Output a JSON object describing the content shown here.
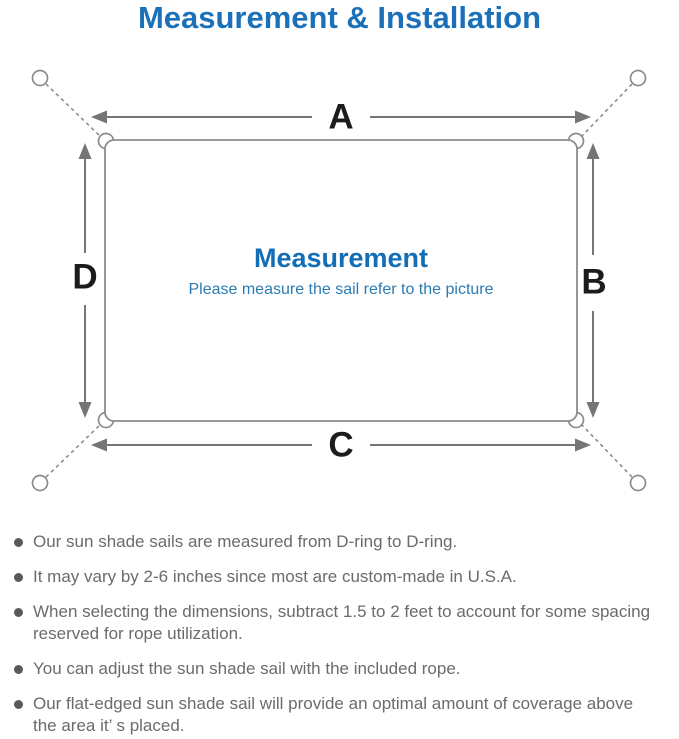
{
  "title": "Measurement & Installation",
  "diagram": {
    "dimension_labels": {
      "top": "A",
      "right": "B",
      "bottom": "C",
      "left": "D"
    },
    "center": {
      "heading": "Measurement",
      "note": "Please measure the sail refer to the picture"
    }
  },
  "bullets": [
    "Our sun shade sails are measured from D-ring to D-ring.",
    "It may vary by 2-6 inches since most are custom-made in U.S.A.",
    "When selecting the dimensions, subtract 1.5 to 2 feet to account for some spacing\nreserved for rope utilization.",
    "You can adjust the sun shade sail with the included rope.",
    "Our flat-edged sun shade sail will provide an optimal amount of coverage above\nthe area it’ s placed."
  ],
  "colors": {
    "title_blue": "#1b71b9",
    "heading_blue": "#136eb5",
    "note_blue": "#2b7cb3",
    "line_gray": "#8c8c8c",
    "arrow_gray": "#757575",
    "bullet_text_gray": "#6b6b6b",
    "dim_label_black": "#1c1c1c"
  }
}
